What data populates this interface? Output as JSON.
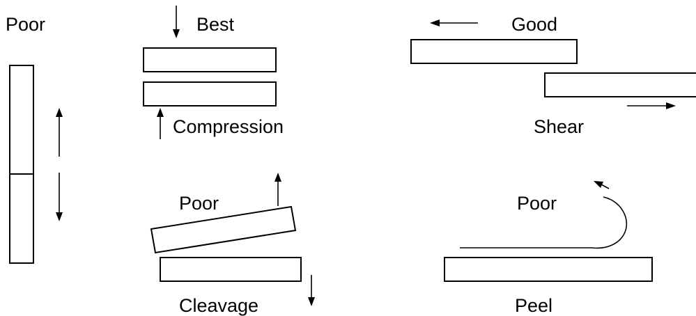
{
  "tension": {
    "rating": "Poor"
  },
  "compression": {
    "rating": "Best",
    "name": "Compression"
  },
  "shear": {
    "rating": "Good",
    "name": "Shear"
  },
  "cleavage": {
    "rating": "Poor",
    "name": "Cleavage"
  },
  "peel": {
    "rating": "Poor",
    "name": "Peel"
  }
}
